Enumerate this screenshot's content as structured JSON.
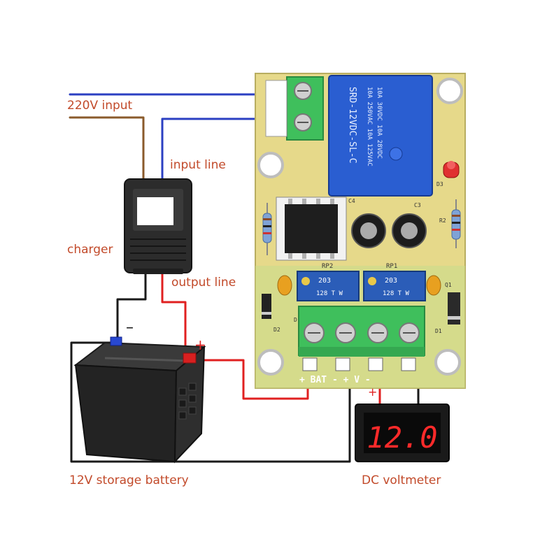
{
  "labels": {
    "input_220v": "220V input",
    "input_line": "input line",
    "charger": "charger",
    "output_line": "output line",
    "battery": "12V storage battery",
    "voltmeter": "DC voltmeter"
  },
  "polarity": {
    "battery_minus": "–",
    "battery_plus": "+",
    "voltmeter_plus": "+"
  },
  "board": {
    "terminal_label": "+ BAT - + V -",
    "relay_brand": "SRD-12VDC-SL-C",
    "relay_rating_1": "10A 250VAC 10A 125VAC",
    "relay_rating_2": "10A 30VDC 10A 28VDC",
    "pot_left": "RP2",
    "pot_right": "RP1",
    "pot_code": "203",
    "pot_code_2": "128 T W",
    "silk_c3": "C3",
    "silk_c4": "C4",
    "silk_r2": "R2",
    "silk_d2": "D2",
    "silk_d1": "D1",
    "silk_d3": "D3",
    "silk_q1": "Q1",
    "silk_d": "D"
  },
  "display": {
    "reading": "12.0"
  },
  "colors": {
    "label_text": "#c24a2a",
    "pcb": "#e6d98a",
    "pcb_green": "#c7dc8c",
    "relay_blue": "#2a5ed1",
    "terminal_green": "#3fbf5c",
    "pot_blue": "#2b5db8",
    "wire_blue": "#2b3fc2",
    "wire_brown": "#8a5a2b",
    "wire_red": "#e02020",
    "wire_black": "#1a1a1a",
    "led_red": "#e03030",
    "display_red": "#ff2a2a"
  }
}
